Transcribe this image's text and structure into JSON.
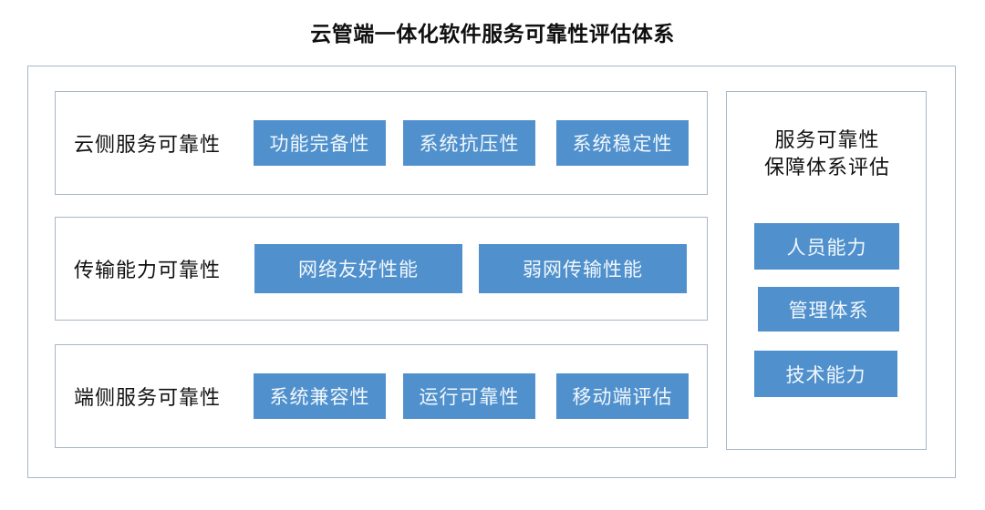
{
  "title": "云管端一体化软件服务可靠性评估体系",
  "colors": {
    "chip_blue": "#5091cd",
    "chip_text": "#f2f7fc",
    "frame_border": "#a8b6c6",
    "background": "#ffffff",
    "text": "#111111"
  },
  "left_column": {
    "rows": [
      {
        "label": "云侧服务可靠性",
        "chips": [
          "功能完备性",
          "系统抗压性",
          "系统稳定性"
        ]
      },
      {
        "label": "传输能力可靠性",
        "chips": [
          "网络友好性能",
          "弱网传输性能"
        ]
      },
      {
        "label": "端侧服务可靠性",
        "chips": [
          "系统兼容性",
          "运行可靠性",
          "移动端评估"
        ]
      }
    ]
  },
  "right_panel": {
    "heading_line1": "服务可靠性",
    "heading_line2": "保障体系评估",
    "chips": [
      "人员能力",
      "管理体系",
      "技术能力"
    ]
  }
}
